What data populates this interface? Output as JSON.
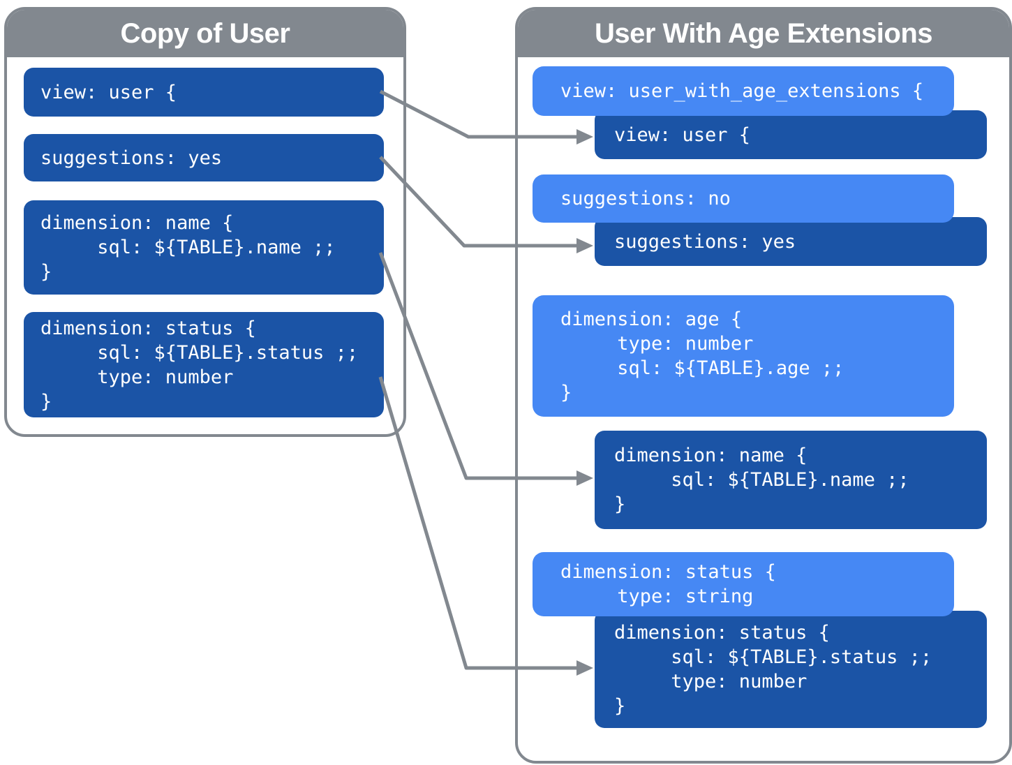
{
  "colors": {
    "panel_gray": "#82888F",
    "dark_blue": "#1B54A6",
    "light_blue": "#4688F4",
    "text_white": "#ffffff"
  },
  "left_panel": {
    "title": "Copy of User",
    "blocks": [
      {
        "id": "view-user",
        "style": "dark",
        "lines": [
          "view: user {"
        ]
      },
      {
        "id": "suggestions-yes",
        "style": "dark",
        "lines": [
          "suggestions: yes"
        ]
      },
      {
        "id": "dimension-name",
        "style": "dark",
        "lines": [
          "dimension: name {",
          "     sql: ${TABLE}.name ;;",
          "}"
        ]
      },
      {
        "id": "dimension-status",
        "style": "dark",
        "lines": [
          "dimension: status {",
          "     sql: ${TABLE}.status ;;",
          "     type: number",
          "}"
        ]
      }
    ]
  },
  "right_panel": {
    "title": "User With Age Extensions",
    "blocks": [
      {
        "id": "view-user-with-age-extensions",
        "style": "light",
        "lines": [
          "view: user_with_age_extensions {"
        ]
      },
      {
        "id": "view-user-inherited",
        "style": "dark",
        "lines": [
          "view: user {"
        ]
      },
      {
        "id": "suggestions-no",
        "style": "light",
        "lines": [
          "suggestions: no"
        ]
      },
      {
        "id": "suggestions-yes-inherited",
        "style": "dark",
        "lines": [
          "suggestions: yes"
        ]
      },
      {
        "id": "dimension-age",
        "style": "light",
        "lines": [
          "dimension: age {",
          "     type: number",
          "     sql: ${TABLE}.age ;;",
          "}"
        ]
      },
      {
        "id": "dimension-name-inherited",
        "style": "dark",
        "lines": [
          "dimension: name {",
          "     sql: ${TABLE}.name ;;",
          "}"
        ]
      },
      {
        "id": "dimension-status-override",
        "style": "light",
        "lines": [
          "dimension: status {",
          "     type: string"
        ]
      },
      {
        "id": "dimension-status-inherited",
        "style": "dark",
        "lines": [
          "dimension: status {",
          "     sql: ${TABLE}.status ;;",
          "     type: number",
          "}"
        ]
      }
    ]
  },
  "connectors": [
    {
      "from": "view: user { (Copy of User)",
      "to": "view: user { (inherited)"
    },
    {
      "from": "suggestions: yes (Copy of User)",
      "to": "suggestions: yes (inherited)"
    },
    {
      "from": "dimension: name (Copy of User)",
      "to": "dimension: name (inherited)"
    },
    {
      "from": "dimension: status (Copy of User)",
      "to": "dimension: status (inherited)"
    }
  ]
}
